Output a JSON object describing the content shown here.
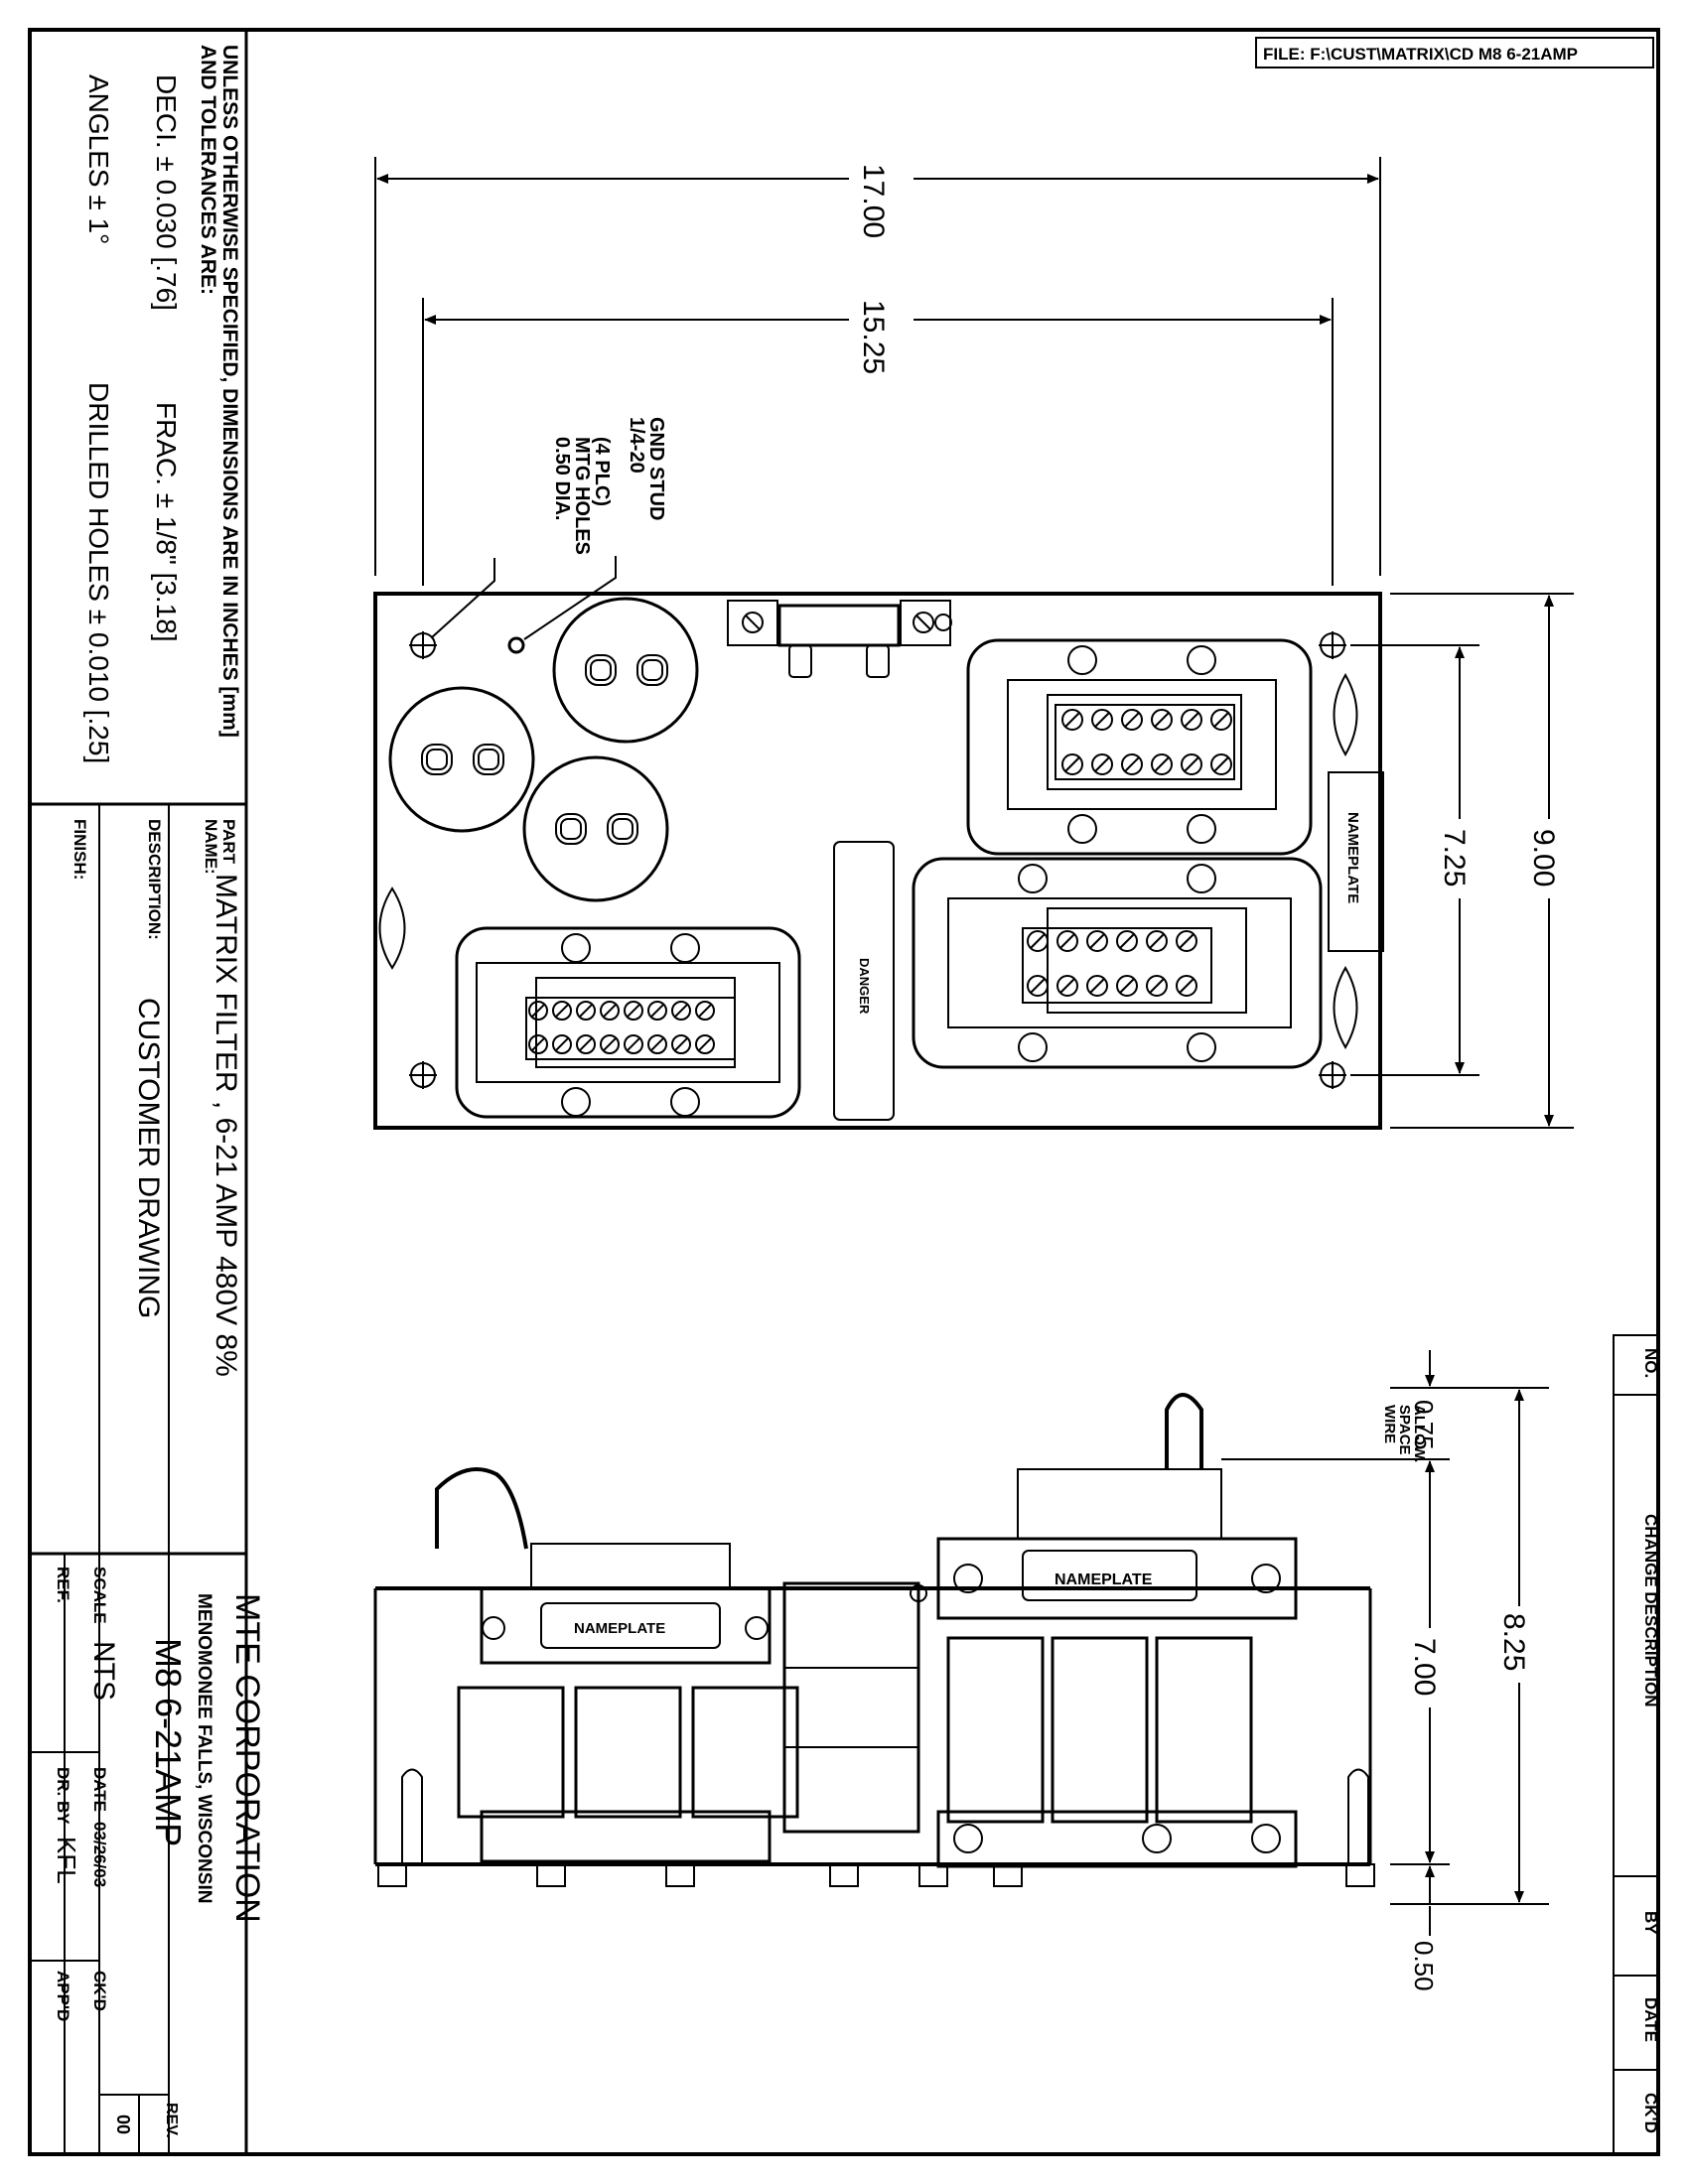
{
  "file_label": "FILE: F:\\CUST\\MATRIX\\CD  M8  6-21AMP",
  "tolerances": {
    "line1": "UNLESS OTHERWISE SPECIFIED, DIMENSIONS ARE IN INCHES [mm]",
    "line2": "AND TOLERANCES ARE:",
    "deci": "DECI. ± 0.030 [.76]",
    "frac": "FRAC. ± 1/8\" [3.18]",
    "angles": "ANGLES ± 1°",
    "drilled": "DRILLED HOLES ± 0.010 [.25]"
  },
  "part": {
    "label_line1": "PART",
    "label_line2": "NAME:",
    "name": "MATRIX FILTER , 6-21 AMP 480V 8%",
    "description_label": "DESCRIPTION:",
    "description": "CUSTOMER DRAWING",
    "finish_label": "FINISH:"
  },
  "title_block": {
    "company": "MTE CORPORATION",
    "location": "MENOMONEE FALLS, WISCONSIN",
    "drawing_no": "M8 6-21AMP",
    "rev_label": "REV.",
    "rev": "00",
    "scale_label": "SCALE",
    "scale": "NTS",
    "date_label": "DATE",
    "date": "03/26/03",
    "ckd_label": "CK'D",
    "ref_label": "REF.",
    "drby_label": "DR. BY",
    "drby": "KFL",
    "appd_label": "APP'D"
  },
  "revision_block": {
    "no": "NO.",
    "change": "CHANGE DESCRIPTION",
    "by": "BY",
    "date": "DATE",
    "ckd": "CK'D"
  },
  "top_view": {
    "dim_overall_width": "17.00",
    "dim_mount_width": "15.25",
    "dim_mount_height": "7.25",
    "dim_overall_height": "9.00",
    "gnd_line1": "1/4-20",
    "gnd_line2": "GND STUD",
    "holes_line1": "0.50 DIA.",
    "holes_line2": "MTG HOLES",
    "holes_line3": "(4 PLC)",
    "nameplate": "NAMEPLATE",
    "danger": "DANGER"
  },
  "side_view": {
    "wire_line1": "0.75",
    "wire_line2": "WIRE",
    "wire_line3": "SPACE",
    "wire_line4": "ALLOW.",
    "dim_height": "7.00",
    "dim_overall": "8.25",
    "dim_base": "0.50",
    "nameplate_large": "NAMEPLATE",
    "nameplate_small": "NAMEPLATE"
  }
}
